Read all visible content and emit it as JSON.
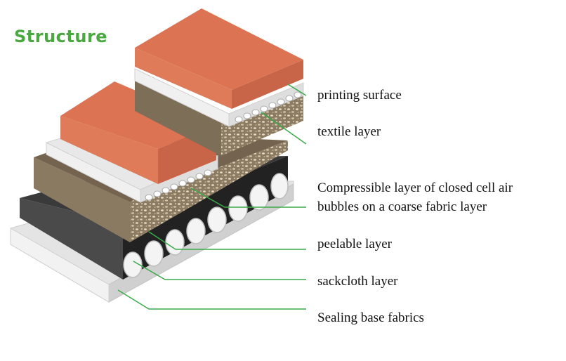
{
  "title": "Structure",
  "colors": {
    "title": "#4aa840",
    "leader": "#3aaa4a",
    "printing_surface": "#dc7454",
    "printing_surface_side": "#c86448",
    "textile": "#ececec",
    "compressible_layer": "#7a6a55",
    "sackcloth": "#282828",
    "sealing_base": "#efefef"
  },
  "labels": [
    {
      "id": "printing-surface",
      "text": "printing surface"
    },
    {
      "id": "textile-layer",
      "text": "textile layer"
    },
    {
      "id": "compressible-layer-line-1",
      "text": "Compressible layer of closed cell air"
    },
    {
      "id": "compressible-layer-line-2",
      "text": "bubbles on a coarse fabric layer"
    },
    {
      "id": "peelable-layer",
      "text": "peelable layer"
    },
    {
      "id": "sackcloth-layer",
      "text": "sackcloth layer"
    },
    {
      "id": "sealing-base-fabrics",
      "text": "Sealing base fabrics"
    }
  ]
}
